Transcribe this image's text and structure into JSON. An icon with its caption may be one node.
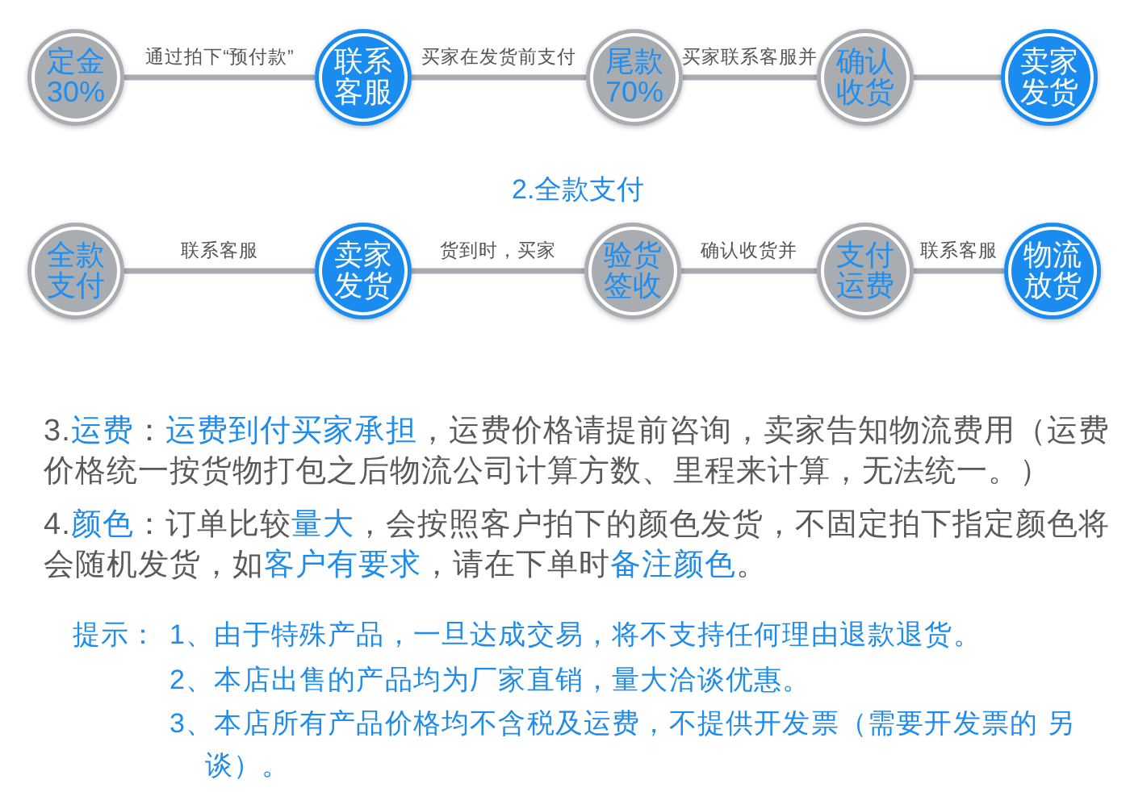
{
  "diagram": {
    "nodes": [
      {
        "text": [
          "定金30%"
        ]
      },
      {
        "text": [
          "联系客服"
        ]
      },
      {
        "text": [
          "尾款70%"
        ]
      },
      {
        "text": [
          "确认收货"
        ]
      },
      {
        "text": [
          "卖家发货"
        ]
      },
      {
        "text": [
          "全款支付"
        ]
      },
      {
        "text": [
          "卖家发货"
        ]
      },
      {
        "text": [
          "验货签收"
        ]
      },
      {
        "text": [
          "支付运费"
        ]
      },
      {
        "text": [
          "物流放货"
        ]
      }
    ],
    "edges": [
      {
        "from": 0,
        "to": 1,
        "arrow": "none",
        "label": "通过拍下“预付款”"
      },
      {
        "from": 1,
        "to": 2,
        "arrow": "none",
        "label": "买家在发货前支付"
      },
      {
        "from": 2,
        "to": 3,
        "arrow": "none",
        "label": "买家联系客服并"
      },
      {
        "from": 3,
        "to": 4,
        "arrow": "none"
      },
      {
        "from": 5,
        "to": 6,
        "arrow": "none",
        "label": "联系客服"
      },
      {
        "from": 6,
        "to": 7,
        "arrow": "none",
        "label": "货到时，买家"
      },
      {
        "from": 7,
        "to": 8,
        "arrow": "none",
        "label": "确认收货并"
      },
      {
        "from": 8,
        "to": 9,
        "arrow": "none",
        "label": "联系客服"
      }
    ],
    "labels": [
      "2.全款支付",
      "3.**运费**：**运费到付买家承担**，运费价格请提前咨询，卖家告知物流费用（运费价格统一按货物打包之后物流公司计算方数、里程来计算，无法统一。）",
      "4.**颜色**：订单比较**量大**，会按照客户拍下的颜色发货，不固定拍下指定颜色将会随机发货，如**客户有要求**，请在下单时**备注颜色**。",
      "提示：",
      "1、由于特殊产品，一旦达成交易，将不支持任何理由退款退货。",
      "2、本店出售的产品均为厂家直销，量大洽谈优惠。",
      "3、本店所有产品价格均不含税及运费，不提供开发票（需要开发票的 另谈）。"
    ]
  }
}
